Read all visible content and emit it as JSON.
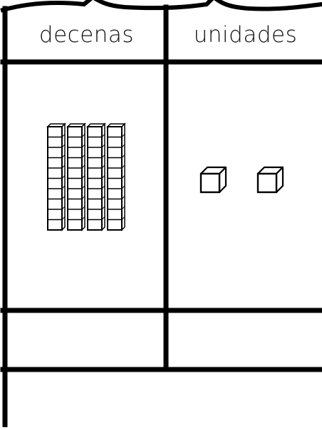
{
  "headers": {
    "tens": "decenas",
    "ones": "unidades"
  },
  "blocks": {
    "tens_rods": 4,
    "cubes_per_rod": 10,
    "unit_cubes": 2
  },
  "answer": {
    "tens": "",
    "ones": "",
    "total": ""
  },
  "colors": {
    "line": "#000000",
    "fill": "#ffffff"
  },
  "icons": [
    "ten-rod-icon",
    "unit-cube-icon"
  ]
}
